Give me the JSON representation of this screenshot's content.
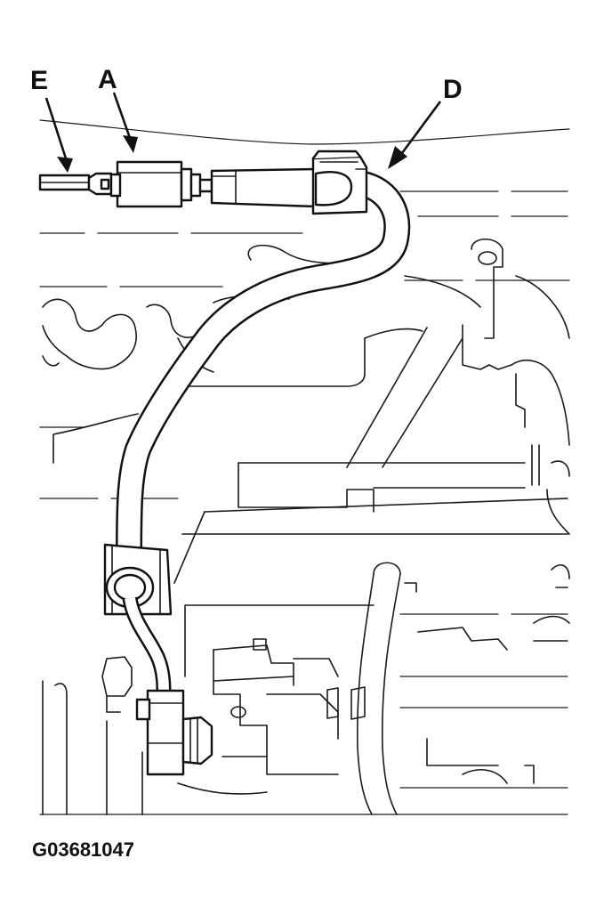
{
  "figure": {
    "figure_id": "G03681047",
    "callouts": [
      {
        "id": "callout-a",
        "label": "A"
      },
      {
        "id": "callout-d",
        "label": "D"
      },
      {
        "id": "callout-e",
        "label": "E"
      }
    ],
    "colors": {
      "ink": "#111111",
      "paper": "#ffffff"
    }
  }
}
